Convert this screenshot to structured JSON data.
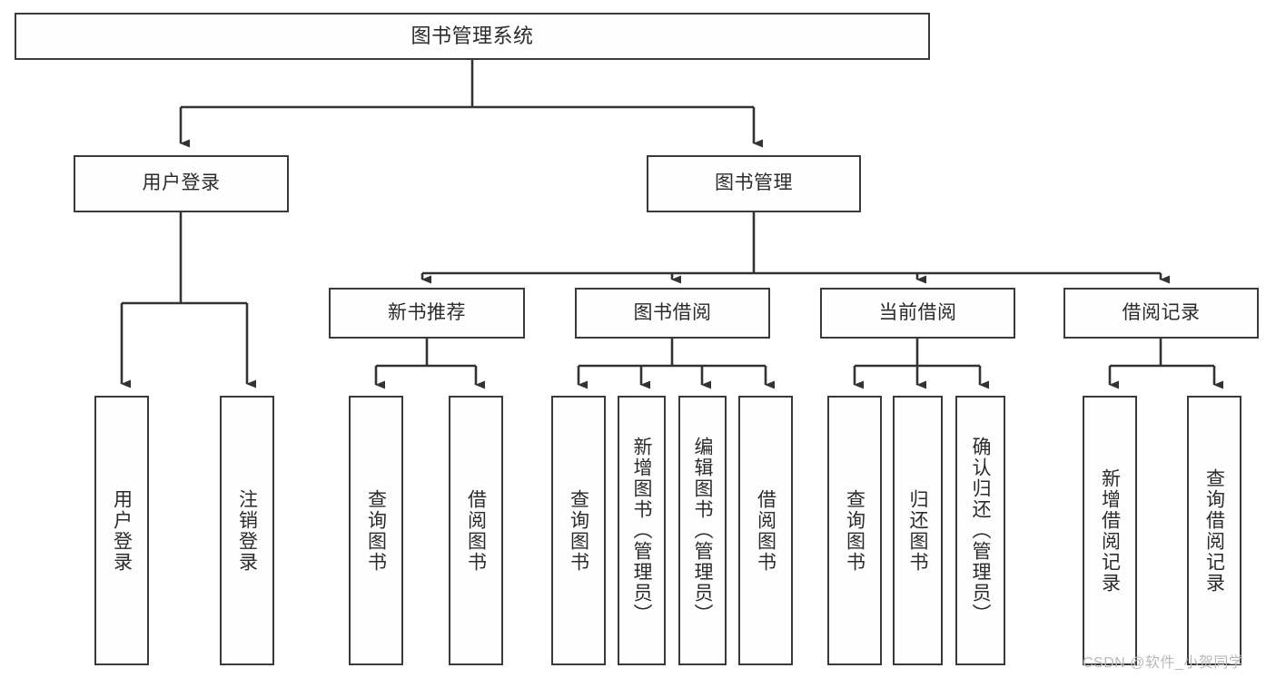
{
  "diagram": {
    "title": "图书管理系统",
    "type": "tree-hierarchy-chart",
    "orientation": "top-down",
    "colors": {
      "node_border": "#3a3a3a",
      "node_fill": "#fefefe",
      "edge": "#333333",
      "text": "#2b2b2b",
      "watermark": "#b9b9b9",
      "background": "#ffffff"
    },
    "watermark": "CSDN @软件_小贺同学",
    "nodes": {
      "root": {
        "label": "图书管理系统",
        "level": 1,
        "text_direction": "horizontal"
      },
      "user_login": {
        "label": "用户登录",
        "level": 2,
        "text_direction": "horizontal"
      },
      "book_manage": {
        "label": "图书管理",
        "level": 2,
        "text_direction": "horizontal"
      },
      "new_book_rec": {
        "label": "新书推荐",
        "level": 3,
        "text_direction": "horizontal"
      },
      "book_borrow": {
        "label": "图书借阅",
        "level": 3,
        "text_direction": "horizontal"
      },
      "current_borrow": {
        "label": "当前借阅",
        "level": 3,
        "text_direction": "horizontal"
      },
      "borrow_record": {
        "label": "借阅记录",
        "level": 3,
        "text_direction": "horizontal"
      },
      "leaf_user_login": {
        "label": "用户登录",
        "level": 4,
        "text_direction": "vertical"
      },
      "leaf_logout": {
        "label": "注销登录",
        "level": 4,
        "text_direction": "vertical"
      },
      "leaf_query_book_1": {
        "label": "查询图书",
        "level": 4,
        "text_direction": "vertical"
      },
      "leaf_borrow_book_1": {
        "label": "借阅图书",
        "level": 4,
        "text_direction": "vertical"
      },
      "leaf_query_book_2": {
        "label": "查询图书",
        "level": 4,
        "text_direction": "vertical"
      },
      "leaf_add_book": {
        "label": "新增图书（管理员）",
        "level": 4,
        "text_direction": "vertical"
      },
      "leaf_edit_book": {
        "label": "编辑图书（管理员）",
        "level": 4,
        "text_direction": "vertical"
      },
      "leaf_borrow_book_2": {
        "label": "借阅图书",
        "level": 4,
        "text_direction": "vertical"
      },
      "leaf_query_book_3": {
        "label": "查询图书",
        "level": 4,
        "text_direction": "vertical"
      },
      "leaf_return_book": {
        "label": "归还图书",
        "level": 4,
        "text_direction": "vertical"
      },
      "leaf_confirm_return": {
        "label": "确认归还（管理员）",
        "level": 4,
        "text_direction": "vertical"
      },
      "leaf_add_record": {
        "label": "新增借阅记录",
        "level": 4,
        "text_direction": "vertical"
      },
      "leaf_query_record": {
        "label": "查询借阅记录",
        "level": 4,
        "text_direction": "vertical"
      }
    },
    "edges": [
      {
        "from": "root",
        "to": "user_login"
      },
      {
        "from": "root",
        "to": "book_manage"
      },
      {
        "from": "user_login",
        "to": "leaf_user_login"
      },
      {
        "from": "user_login",
        "to": "leaf_logout"
      },
      {
        "from": "book_manage",
        "to": "new_book_rec"
      },
      {
        "from": "book_manage",
        "to": "book_borrow"
      },
      {
        "from": "book_manage",
        "to": "current_borrow"
      },
      {
        "from": "book_manage",
        "to": "borrow_record"
      },
      {
        "from": "new_book_rec",
        "to": "leaf_query_book_1"
      },
      {
        "from": "new_book_rec",
        "to": "leaf_borrow_book_1"
      },
      {
        "from": "book_borrow",
        "to": "leaf_query_book_2"
      },
      {
        "from": "book_borrow",
        "to": "leaf_add_book"
      },
      {
        "from": "book_borrow",
        "to": "leaf_edit_book"
      },
      {
        "from": "book_borrow",
        "to": "leaf_borrow_book_2"
      },
      {
        "from": "current_borrow",
        "to": "leaf_query_book_3"
      },
      {
        "from": "current_borrow",
        "to": "leaf_return_book"
      },
      {
        "from": "current_borrow",
        "to": "leaf_confirm_return"
      },
      {
        "from": "borrow_record",
        "to": "leaf_add_record"
      },
      {
        "from": "borrow_record",
        "to": "leaf_query_record"
      }
    ]
  }
}
